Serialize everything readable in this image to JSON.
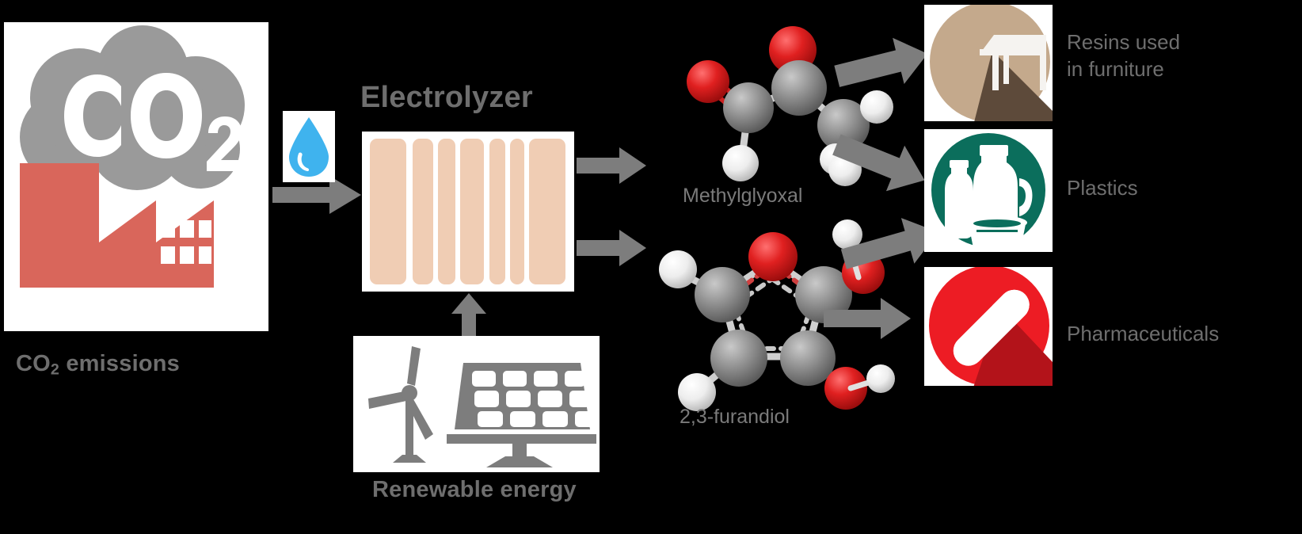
{
  "diagram": {
    "title": "CO2 electrolysis to chemicals process flow",
    "background": "#000000",
    "accent_gray": "#7d7d7d",
    "text_gray": "#6e6e6e"
  },
  "inputs": {
    "co2": {
      "label_part1": "CO",
      "label_sub": "2",
      "label_part2": " emissions",
      "icon": "co2-emissions-icon",
      "cloud_color": "#9a9a9a",
      "factory_color": "#d9665b"
    },
    "water": {
      "icon": "water-droplet-icon",
      "color": "#3fb3ee"
    },
    "renewable": {
      "label": "Renewable energy",
      "icons": [
        "wind-turbine-icon",
        "solar-panel-icon"
      ],
      "color": "#7d7d7d"
    }
  },
  "reactor": {
    "title": "Electrolyzer",
    "stripe_color": "#f0cdb4",
    "stripe_count": 7
  },
  "molecules": [
    {
      "name": "methylglyoxal",
      "caption": "Methylglyoxal",
      "atoms": {
        "carbon": "#8c8c8c",
        "oxygen": "#dd2020",
        "hydrogen": "#f2f2f2"
      }
    },
    {
      "name": "furandiol",
      "caption": "2,3-furandiol",
      "atoms": {
        "carbon": "#8c8c8c",
        "oxygen": "#dd2020",
        "hydrogen": "#f2f2f2"
      }
    }
  ],
  "products": [
    {
      "id": "resins",
      "label_line1": "Resins used",
      "label_line2": "in furniture",
      "icon": "furniture-table-icon",
      "circle_color": "#c4a98c",
      "shadow_color": "#5d4a3a"
    },
    {
      "id": "plastics",
      "label_line1": "Plastics",
      "label_line2": "",
      "icon": "plastic-bottles-icon",
      "circle_color": "#0b6e5c",
      "shadow_color": "#0b6e5c"
    },
    {
      "id": "pharmaceuticals",
      "label_line1": "Pharmaceuticals",
      "label_line2": "",
      "icon": "pill-capsule-icon",
      "circle_color": "#ed1c24",
      "shadow_color": "#b3131a"
    }
  ],
  "arrows": [
    {
      "id": "co2-to-electrolyzer",
      "direction": "right"
    },
    {
      "id": "renewable-to-electrolyzer",
      "direction": "up"
    },
    {
      "id": "electrolyzer-to-methylglyoxal",
      "direction": "right"
    },
    {
      "id": "electrolyzer-to-furandiol",
      "direction": "right"
    },
    {
      "id": "methylglyoxal-to-resins",
      "direction": "up-right"
    },
    {
      "id": "methylglyoxal-to-plastics",
      "direction": "down-right"
    },
    {
      "id": "furandiol-to-plastics",
      "direction": "up-right"
    },
    {
      "id": "furandiol-to-pharmaceuticals",
      "direction": "right"
    }
  ]
}
